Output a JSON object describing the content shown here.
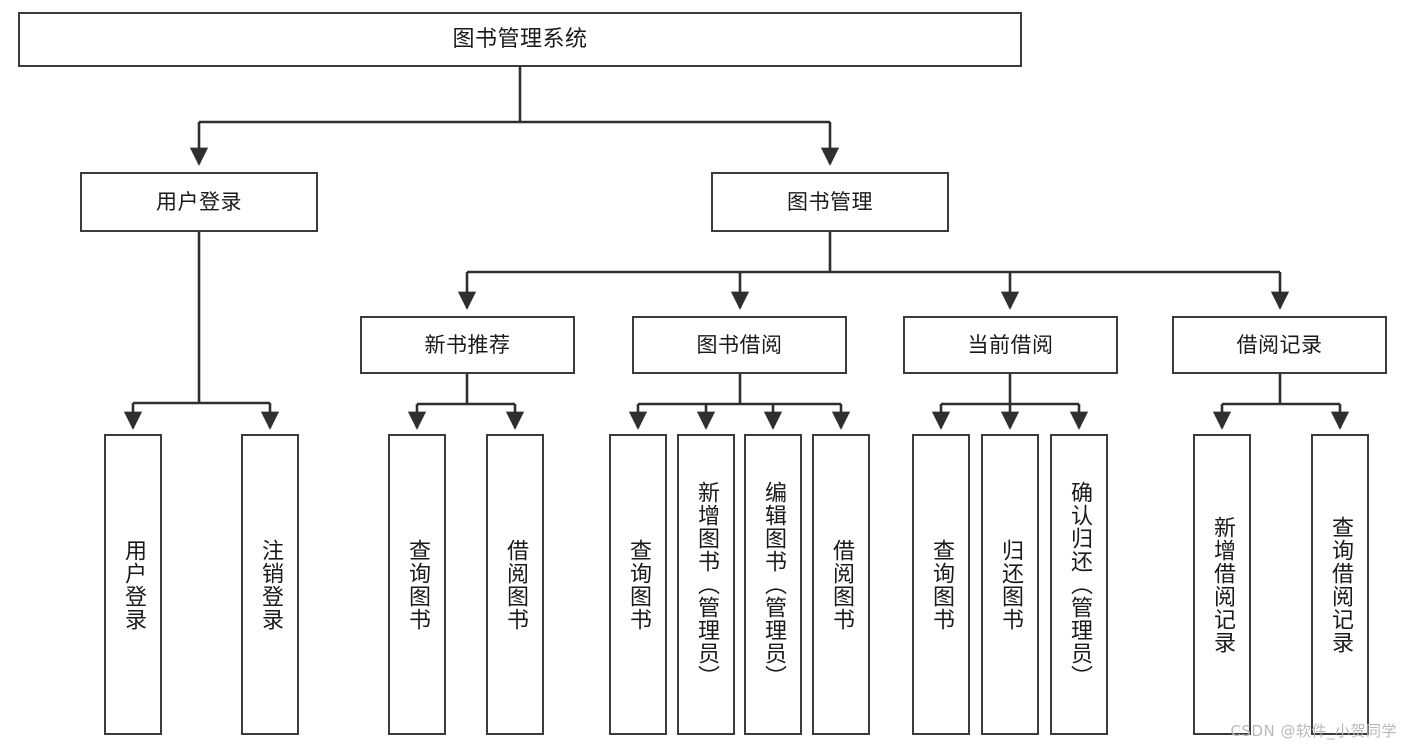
{
  "diagram": {
    "type": "tree",
    "title": "图书管理系统",
    "watermark": "CSDN @软件_小贺同学",
    "colors": {
      "box_border": "#3b3b3b",
      "box_fill": "#ffffff",
      "edge": "#2f2f2f",
      "text": "#1a1a1a",
      "watermark": "#b9b9b9"
    },
    "nodes": {
      "root": {
        "label": "图书管理系统"
      },
      "level2": [
        {
          "label": "用户登录"
        },
        {
          "label": "图书管理"
        }
      ],
      "level3": [
        {
          "label": "新书推荐"
        },
        {
          "label": "图书借阅"
        },
        {
          "label": "当前借阅"
        },
        {
          "label": "借阅记录"
        }
      ],
      "leaves_user_login": [
        {
          "label": "用户登录"
        },
        {
          "label": "注销登录"
        }
      ],
      "leaves_new_book": [
        {
          "label": "查询图书"
        },
        {
          "label": "借阅图书"
        }
      ],
      "leaves_borrow": [
        {
          "label": "查询图书"
        },
        {
          "label": "新增图书（管理员）"
        },
        {
          "label": "编辑图书（管理员）"
        },
        {
          "label": "借阅图书"
        }
      ],
      "leaves_current": [
        {
          "label": "查询图书"
        },
        {
          "label": "归还图书"
        },
        {
          "label": "确认归还（管理员）"
        }
      ],
      "leaves_records": [
        {
          "label": "新增借阅记录"
        },
        {
          "label": "查询借阅记录"
        }
      ]
    }
  }
}
